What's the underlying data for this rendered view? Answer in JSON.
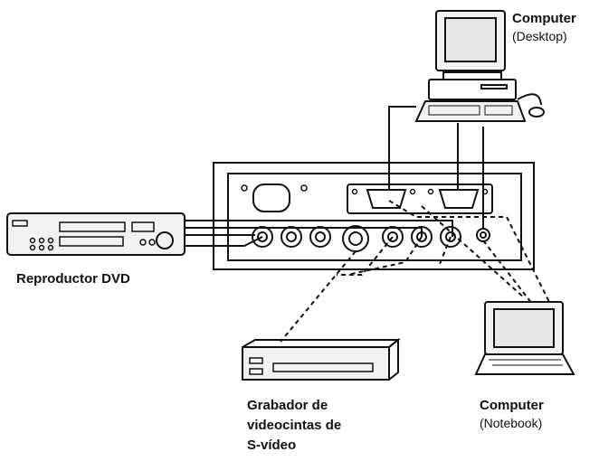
{
  "labels": {
    "desktop_title": "Computer",
    "desktop_sub": "(Desktop)",
    "dvd": "Reproductor DVD",
    "vcr_line1": "Grabador de",
    "vcr_line2": "videocintas de",
    "vcr_line3": "S-vídeo",
    "notebook_title": "Computer",
    "notebook_sub": "(Notebook)"
  },
  "colors": {
    "ink": "#111111",
    "panel": "#f2f2f2",
    "screen": "#e6e6e6"
  },
  "icons": [
    "desktop-computer-icon",
    "dvd-player-icon",
    "projector-panel-icon",
    "vcr-icon",
    "notebook-computer-icon"
  ]
}
